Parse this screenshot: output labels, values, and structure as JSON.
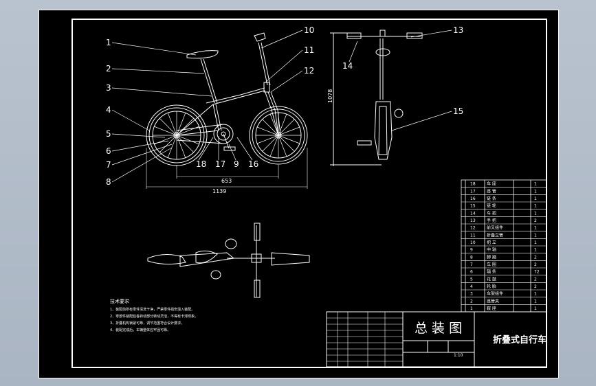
{
  "drawing": {
    "title_cn": "总 装 图",
    "product_name": "折叠式自行车",
    "scale": "1:10",
    "callouts": [
      "1",
      "2",
      "3",
      "4",
      "5",
      "6",
      "7",
      "8",
      "9",
      "10",
      "11",
      "12",
      "13",
      "14",
      "15",
      "16",
      "17",
      "18"
    ],
    "dims": {
      "wheelbase": "653",
      "overall_length": "1139",
      "height": "1078"
    }
  },
  "tech_notes": {
    "heading": "技术要求",
    "lines": [
      "1、装配前所有零件清洗干净，严禁零件损伤混入装配。",
      "2、零部件装配后各转动部分转动灵活，不得有卡滞现象。",
      "3、折叠机构锁紧可靠，调节范围符合设计要求。",
      "4、装配完成后，车辆整体应牢固可靠。"
    ]
  },
  "parts_rows": [
    {
      "no": "18",
      "name": "车 座",
      "qty": "1"
    },
    {
      "no": "17",
      "name": "座 管",
      "qty": "1"
    },
    {
      "no": "16",
      "name": "链 条",
      "qty": "1"
    },
    {
      "no": "15",
      "name": "链 轮",
      "qty": "1"
    },
    {
      "no": "14",
      "name": "车 把",
      "qty": "1"
    },
    {
      "no": "13",
      "name": "手 把",
      "qty": "2"
    },
    {
      "no": "12",
      "name": "前叉组件",
      "qty": "1"
    },
    {
      "no": "11",
      "name": "折叠立管",
      "qty": "1"
    },
    {
      "no": "10",
      "name": "把 立",
      "qty": "1"
    },
    {
      "no": "9",
      "name": "中 轴",
      "qty": "1"
    },
    {
      "no": "8",
      "name": "脚 踏",
      "qty": "2"
    },
    {
      "no": "7",
      "name": "车 圈",
      "qty": "2"
    },
    {
      "no": "6",
      "name": "辐 条",
      "qty": "72"
    },
    {
      "no": "5",
      "name": "花 鼓",
      "qty": "2"
    },
    {
      "no": "4",
      "name": "轮 胎",
      "qty": "2"
    },
    {
      "no": "3",
      "name": "车架组件",
      "qty": "1"
    },
    {
      "no": "2",
      "name": "座管夹",
      "qty": "1"
    },
    {
      "no": "1",
      "name": "鞍 座",
      "qty": "1"
    }
  ]
}
